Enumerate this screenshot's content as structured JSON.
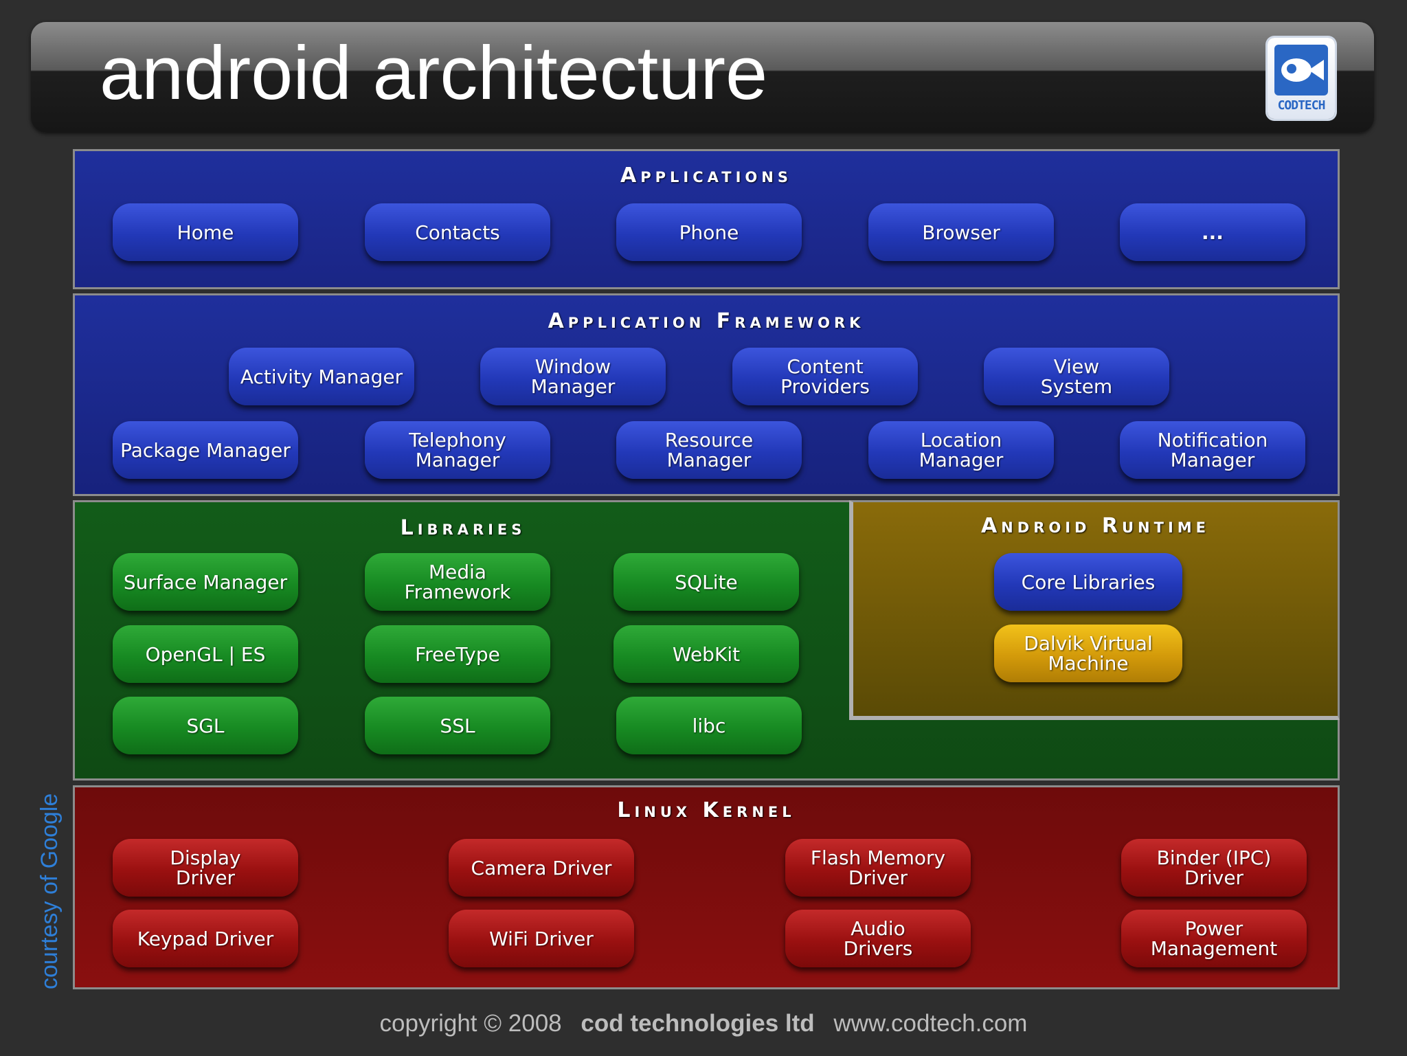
{
  "title": "android architecture",
  "logo": {
    "text": "CODTECH"
  },
  "side_text": "courtesy of Google",
  "footer": {
    "copyright": "copyright © 2008",
    "company": "cod technologies ltd",
    "website": "www.codtech.com"
  },
  "applications": {
    "title": "Applications",
    "items": [
      "Home",
      "Contacts",
      "Phone",
      "Browser",
      "..."
    ]
  },
  "framework": {
    "title": "Application Framework",
    "items": [
      "Activity Manager",
      "Window\nManager",
      "Content\nProviders",
      "View\nSystem",
      "Package Manager",
      "Telephony\nManager",
      "Resource\nManager",
      "Location\nManager",
      "Notification\nManager"
    ]
  },
  "libraries": {
    "title": "Libraries",
    "items": [
      "Surface Manager",
      "Media\nFramework",
      "SQLite",
      "OpenGL | ES",
      "FreeType",
      "WebKit",
      "SGL",
      "SSL",
      "libc"
    ]
  },
  "runtime": {
    "title": "Android Runtime",
    "items": [
      "Core Libraries",
      "Dalvik Virtual\nMachine"
    ]
  },
  "kernel": {
    "title": "Linux Kernel",
    "items": [
      "Display\nDriver",
      "Camera Driver",
      "Flash Memory\nDriver",
      "Binder (IPC)\nDriver",
      "Keypad Driver",
      "WiFi Driver",
      "Audio\nDrivers",
      "Power\nManagement"
    ]
  },
  "colors": {
    "applications_bg": "#1f2f9c",
    "framework_bg": "#1f2f9c",
    "libraries_bg": "#125c19",
    "runtime_bg": "#8a6b0a",
    "kernel_bg": "#7a0d0d",
    "side_text": "#2e7fd8"
  }
}
